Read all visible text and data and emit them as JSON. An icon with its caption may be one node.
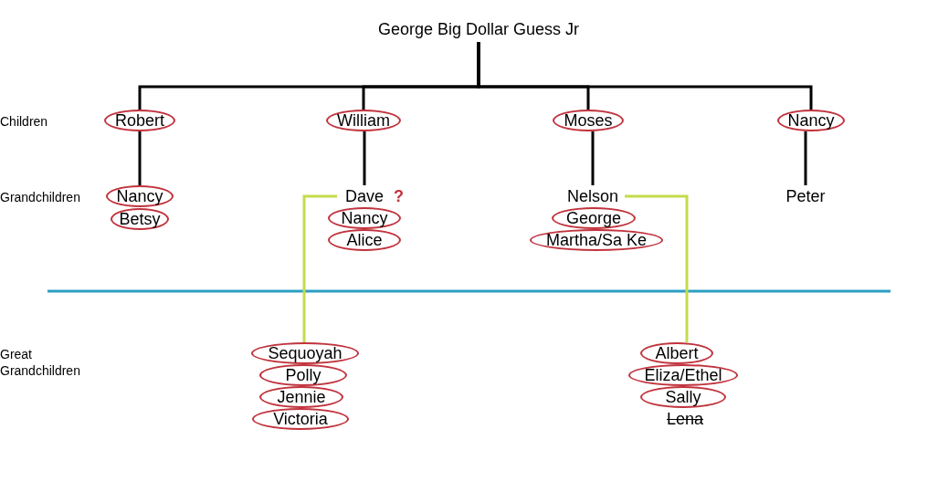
{
  "diagram": {
    "nodes": [
      {
        "text": [
          "George Big Dollar Guess Jr"
        ]
      },
      {
        "text": [
          "Robert"
        ]
      },
      {
        "text": [
          "William"
        ]
      },
      {
        "text": [
          "Moses"
        ]
      },
      {
        "text": [
          "Nancy"
        ]
      },
      {
        "text": [
          "Nancy"
        ]
      },
      {
        "text": [
          "Dave"
        ],
        "beside": [
          "?"
        ]
      },
      {
        "text": [
          "Nelson"
        ]
      },
      {
        "text": [
          "Peter"
        ]
      },
      {
        "text": [
          "Betsy"
        ]
      },
      {
        "text": [
          "Nancy"
        ]
      },
      {
        "text": [
          "George"
        ]
      },
      {
        "text": [
          "Alice"
        ]
      },
      {
        "text": [
          "Martha/Sa Ke"
        ]
      },
      {
        "text": [
          "Sequoyah"
        ]
      },
      {
        "text": [
          "Albert"
        ]
      },
      {
        "text": [
          "Polly"
        ]
      },
      {
        "text": [
          "Eliza/Ethel"
        ]
      },
      {
        "text": [
          "Jennie"
        ]
      },
      {
        "text": [
          "Sally"
        ]
      },
      {
        "text": [
          "Victoria"
        ]
      },
      {
        "text": [
          "Lena"
        ]
      }
    ],
    "edges": [
      {
        "from": 0,
        "to": 1,
        "arrow": "none"
      },
      {
        "from": 0,
        "to": 2,
        "arrow": "none"
      },
      {
        "from": 0,
        "to": 3,
        "arrow": "none"
      },
      {
        "from": 0,
        "to": 4,
        "arrow": "none"
      },
      {
        "from": 1,
        "to": 5,
        "arrow": "none"
      },
      {
        "from": 2,
        "to": 6,
        "arrow": "none"
      },
      {
        "from": 3,
        "to": 7,
        "arrow": "none"
      },
      {
        "from": 4,
        "to": 8,
        "arrow": "none"
      },
      {
        "from": 6,
        "to": 14,
        "arrow": "none",
        "color": "#c3dc4a"
      },
      {
        "from": 7,
        "to": 15,
        "arrow": "none",
        "color": "#c3dc4a"
      }
    ],
    "labels": [
      "Children",
      "Grandchildren",
      "Great Grandchildren"
    ]
  }
}
